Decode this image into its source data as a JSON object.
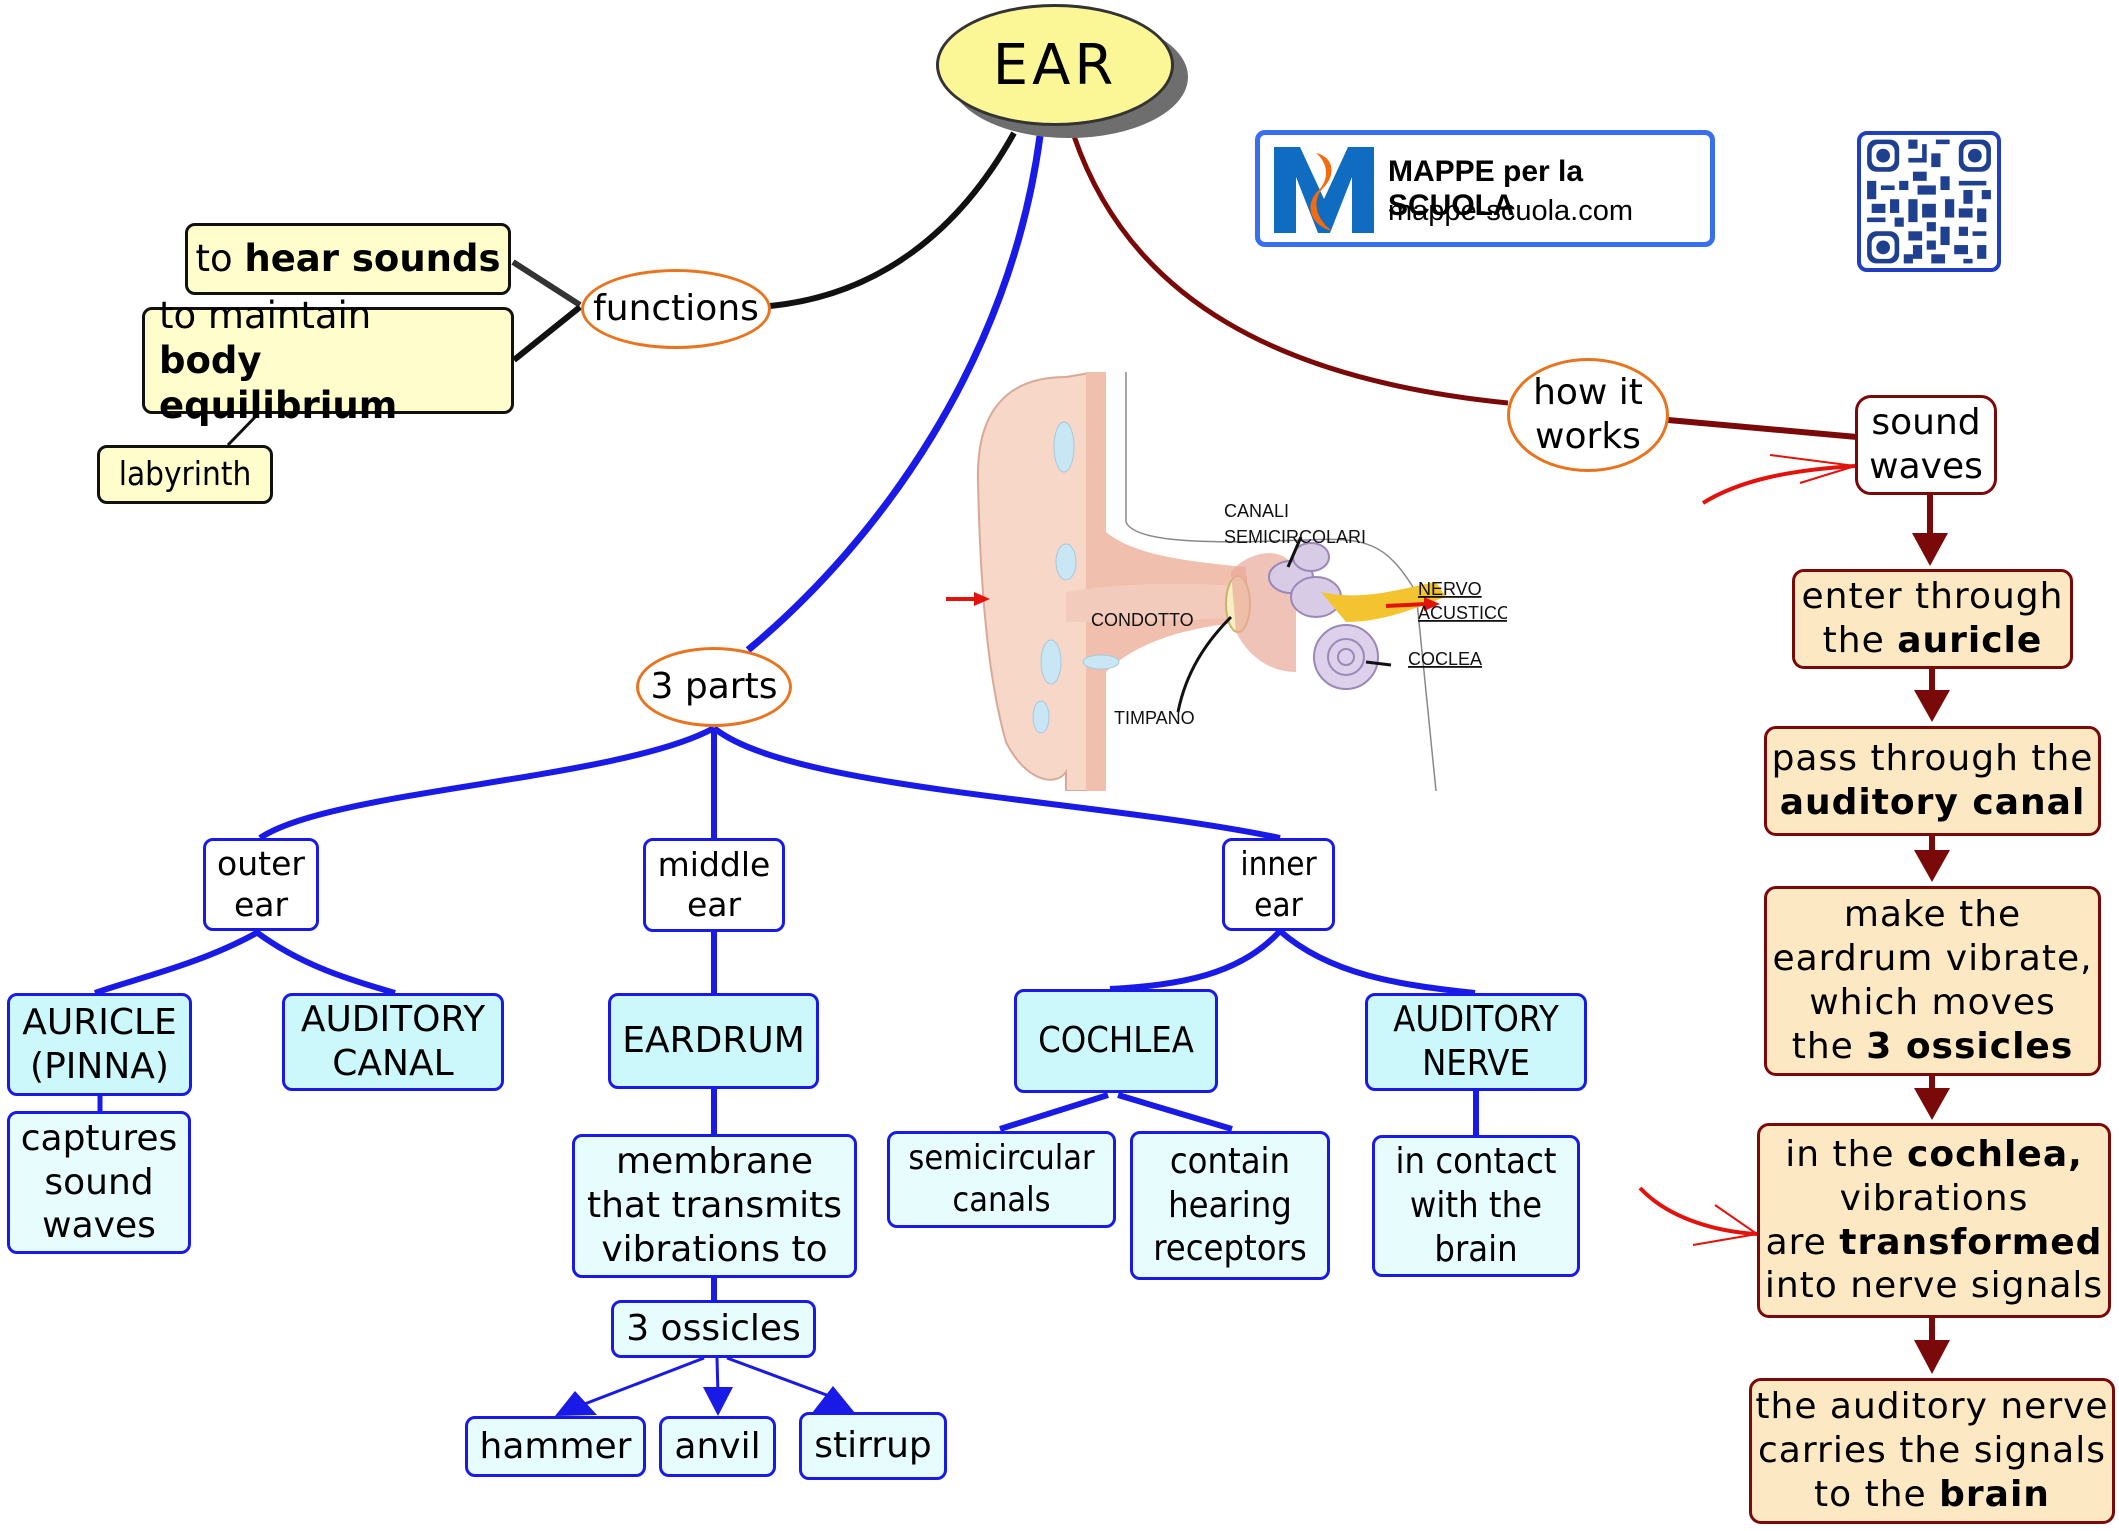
{
  "root": {
    "label": "EAR"
  },
  "logo": {
    "title": "MAPPE per la SCUOLA",
    "url": "mappe-scuola.com",
    "icon": "mappe-logo-icon"
  },
  "qr": {
    "icon": "qr-code-icon"
  },
  "colors": {
    "root_fill": "#fbf796",
    "functions_branch": "#111111",
    "parts_branch": "#1a1ae6",
    "how_branch": "#7a0a0a",
    "oval_border": "#e8741f",
    "yellow_fill": "#fffdcc",
    "cyan_fill": "#ccf8fb",
    "peach_fill": "#fde8c4",
    "red_arrow": "#e3120b"
  },
  "functions": {
    "label": "functions",
    "items": [
      {
        "pre": "to ",
        "bold": "hear sounds"
      },
      {
        "pre": "to maintain",
        "bold": "body equilibrium"
      }
    ],
    "sub": {
      "label": "labyrinth"
    }
  },
  "parts": {
    "label": "3 parts",
    "outer": {
      "label_1": "outer",
      "label_2": "ear",
      "children": [
        {
          "line1": "AURICLE",
          "line2": "(PINNA)",
          "detail": [
            "captures",
            "sound",
            "waves"
          ]
        },
        {
          "line1": "AUDITORY",
          "line2": "CANAL"
        }
      ]
    },
    "middle": {
      "label_1": "middle",
      "label_2": "ear",
      "eardrum": "EARDRUM",
      "membrane": [
        "membrane",
        "that transmits",
        "vibrations to"
      ],
      "ossicles": "3 ossicles",
      "bones": [
        "hammer",
        "anvil",
        "stirrup"
      ]
    },
    "inner": {
      "label_1": "inner",
      "label_2": "ear",
      "cochlea": "COCHLEA",
      "nerve": {
        "line1": "AUDITORY",
        "line2": "NERVE"
      },
      "cochlea_children": [
        {
          "lines": [
            "semicircular",
            "canals"
          ]
        },
        {
          "lines": [
            "contain",
            "hearing",
            "receptors"
          ]
        }
      ],
      "nerve_child": [
        "in contact",
        "with the",
        "brain"
      ]
    }
  },
  "how": {
    "label_1": "how it",
    "label_2": "works",
    "start": {
      "line1": "sound",
      "line2": "waves"
    },
    "steps": [
      {
        "lines": [
          [
            {
              "t": "enter through"
            }
          ],
          [
            {
              "t": "the "
            },
            {
              "b": "auricle"
            }
          ]
        ]
      },
      {
        "lines": [
          [
            {
              "t": "pass through the"
            }
          ],
          [
            {
              "b": "auditory canal"
            }
          ]
        ]
      },
      {
        "lines": [
          [
            {
              "t": "make the"
            }
          ],
          [
            {
              "t": "eardrum vibrate,"
            }
          ],
          [
            {
              "t": "which moves"
            }
          ],
          [
            {
              "t": "the "
            },
            {
              "b": "3 ossicles"
            }
          ]
        ]
      },
      {
        "lines": [
          [
            {
              "t": "in the "
            },
            {
              "b": "cochlea,"
            }
          ],
          [
            {
              "t": "vibrations"
            }
          ],
          [
            {
              "t": "are "
            },
            {
              "b": "transformed"
            }
          ],
          [
            {
              "t": "into nerve signals"
            }
          ]
        ]
      },
      {
        "lines": [
          [
            {
              "t": "the auditory nerve"
            }
          ],
          [
            {
              "t": "carries the signals"
            }
          ],
          [
            {
              "t": "to the "
            },
            {
              "b": "brain"
            }
          ]
        ]
      }
    ]
  },
  "illustration": {
    "labels": {
      "canali_1": "CANALI",
      "canali_2": "SEMICIRCOLARI",
      "condotto": "CONDOTTO",
      "nervo_1": "NERVO",
      "nervo_2": "ACUSTICO",
      "coclea": "COCLEA",
      "timpano": "TIMPANO"
    }
  }
}
